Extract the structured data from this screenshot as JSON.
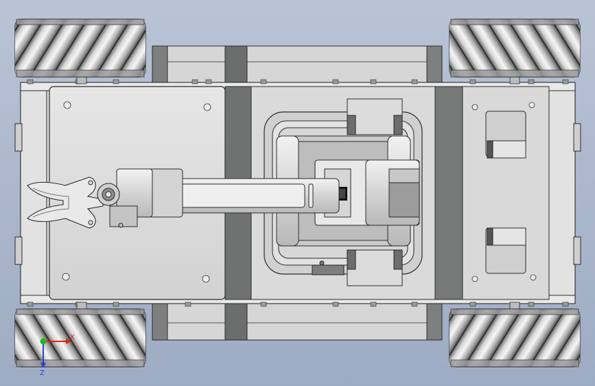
{
  "viewport": {
    "background_top": "#b9c4d6",
    "background_bottom": "#9eacc3"
  },
  "triad": {
    "x_label": "X",
    "z_label": "Z",
    "x_color": "#e0241b",
    "y_color": "#22b51f",
    "z_color": "#2a3fd6"
  },
  "model": {
    "name": "mecanum-wheel-robot-with-arm",
    "view": "top",
    "colors": {
      "metal_light": "#e4e4e4",
      "metal_mid": "#c9c9c9",
      "metal_dark": "#8a8a8a",
      "strip": "#6b6e6c",
      "outline": "#2a2a2a"
    },
    "wheels": [
      "front-left",
      "front-right",
      "rear-left",
      "rear-right"
    ]
  }
}
